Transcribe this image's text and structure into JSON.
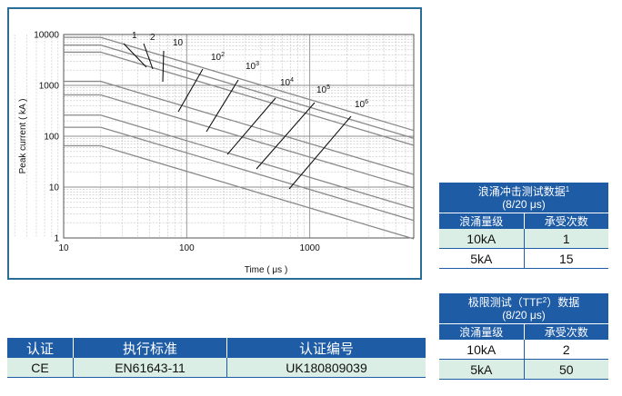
{
  "chart_data": {
    "type": "line",
    "xscale": "log",
    "yscale": "log",
    "xlim": [
      10,
      7000
    ],
    "ylim": [
      1,
      10000
    ],
    "xlabel": "Time ( μs )",
    "ylabel": "Peak current ( kA )",
    "x_ticks": [
      "10",
      "100",
      "1000"
    ],
    "y_ticks": [
      "1",
      "10",
      "100",
      "1000",
      "10000"
    ],
    "grid": true,
    "series": [
      {
        "label": "1",
        "label_sup": "",
        "knee_x": 20,
        "knee_y": 8800
      },
      {
        "label": "2",
        "label_sup": "",
        "knee_x": 20,
        "knee_y": 6200
      },
      {
        "label": "10",
        "label_sup": "",
        "knee_x": 20,
        "knee_y": 4500
      },
      {
        "label": "10",
        "label_sup": "2",
        "knee_x": 20,
        "knee_y": 1200
      },
      {
        "label": "10",
        "label_sup": "3",
        "knee_x": 20,
        "knee_y": 650
      },
      {
        "label": "10",
        "label_sup": "4",
        "knee_x": 20,
        "knee_y": 260
      },
      {
        "label": "10",
        "label_sup": "5",
        "knee_x": 20,
        "knee_y": 150
      },
      {
        "label": "10",
        "label_sup": "6",
        "knee_x": 20,
        "knee_y": 65
      }
    ],
    "slope": -0.72,
    "x_end": 7000
  },
  "surge_table": {
    "title_line1": "浪涌冲击测试数据",
    "title_sup": "1",
    "title_line2": "(8/20 μs)",
    "col_level": "浪涌量级",
    "col_count": "承受次数",
    "rows": [
      {
        "level": "10kA",
        "count": "1"
      },
      {
        "level": "5kA",
        "count": "15"
      }
    ]
  },
  "limit_table": {
    "title_line1_a": "极限测试（TTF",
    "title_sup": "2",
    "title_line1_b": "）数据",
    "title_line2": "(8/20 μs)",
    "col_level": "浪涌量级",
    "col_count": "承受次数",
    "rows": [
      {
        "level": "10kA",
        "count": "2"
      },
      {
        "level": "5kA",
        "count": "50"
      }
    ]
  },
  "cert_table": {
    "headers": [
      "认证",
      "执行标准",
      "认证编号"
    ],
    "row": [
      "CE",
      "EN61643-11",
      "UK180809039"
    ]
  },
  "colors": {
    "table_header": "#1f5ca6",
    "row_tint": "#dbeee6",
    "frame_border": "#2a6d97",
    "curve": "#8a8a8a",
    "grid": "#b5b5b5"
  }
}
